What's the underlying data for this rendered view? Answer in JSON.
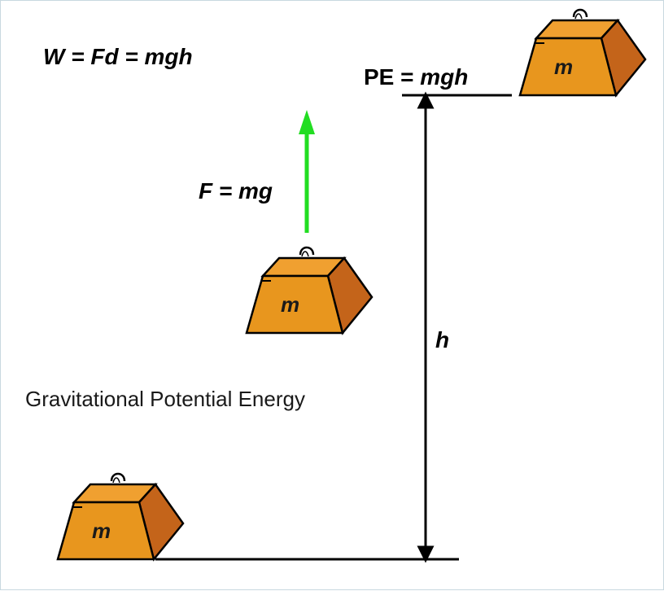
{
  "equations": {
    "work": "W = Fd = mgh",
    "force": "F = mg",
    "pe_prefix": "PE = ",
    "pe_formula": "mgh"
  },
  "labels": {
    "height": "h",
    "mass": "m",
    "caption": "Gravitational Potential Energy"
  },
  "colors": {
    "weight_front": "#e8961e",
    "weight_side": "#c4641a",
    "weight_top": "#f0a030",
    "force_arrow": "#22dd22",
    "lines": "#000000"
  }
}
